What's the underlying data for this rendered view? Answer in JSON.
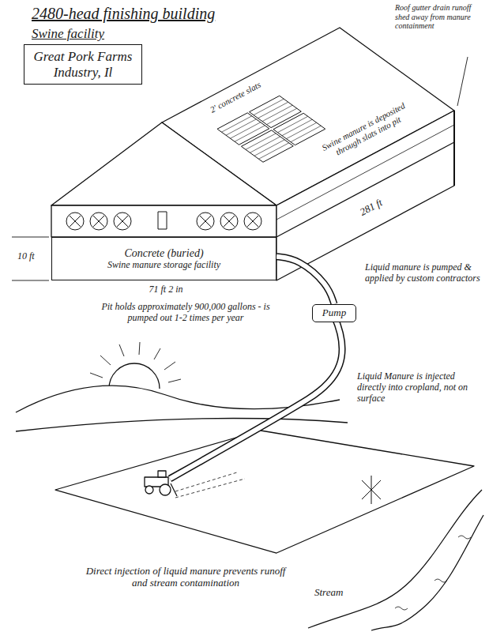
{
  "diagram": {
    "title": "2480-head finishing building",
    "nodes": [
      {
        "text": [
          "Great Pork Farms Industry, Il"
        ]
      },
      {
        "text": [
          "Concrete (buried)",
          "Swine manure storage facility"
        ]
      },
      {
        "text": [
          "Pump"
        ]
      }
    ],
    "edges": [
      {
        "from": 1,
        "to": 2,
        "arrow": "none"
      }
    ],
    "labels": [
      "Swine facility",
      "Roof gutter drain runoff shed away from manure containment",
      "2' concrete slats",
      "Swine manure is deposited through slats into pit",
      "281 ft",
      "10 ft",
      "71 ft 2 in",
      "Pit holds approximately 900,000 gallons - is pumped out 1-2 times per year",
      "Liquid manure is pumped & applied by custom contractors",
      "Liquid Manure is injected directly into cropland, not on surface",
      "Direct injection of liquid manure prevents runoff and stream contamination",
      "Stream"
    ]
  }
}
